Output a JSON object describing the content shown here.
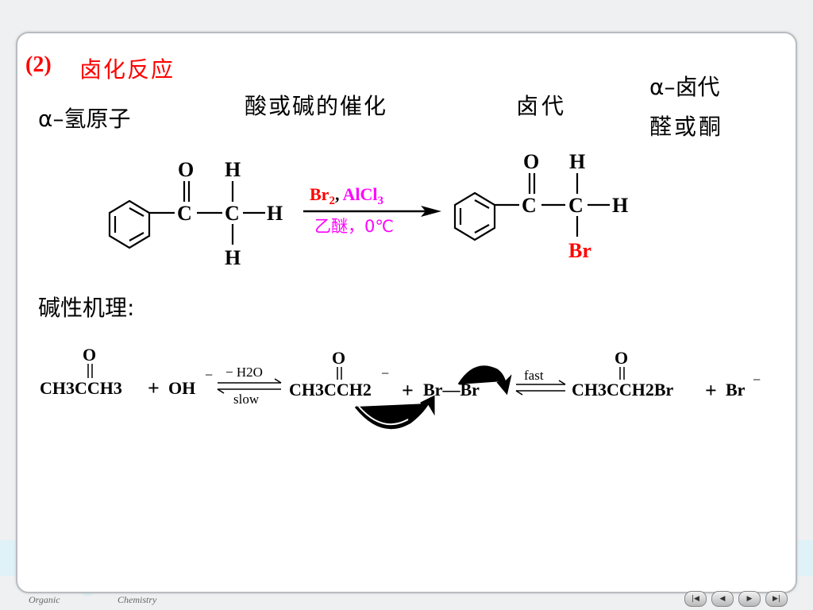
{
  "slide": {
    "heading_num": "(2)",
    "heading_title": "卤化反应",
    "alpha_h": "α–氢原子",
    "catalysis": "酸或碱的催化",
    "halogenation": "卤代",
    "product_line1": "α–卤代",
    "product_line2": "醛或酮",
    "mechanism_title": "碱性机理:"
  },
  "reaction1": {
    "reagent1": "Br",
    "reagent1_sub": "2",
    "comma": ",",
    "reagent2": "AlCl",
    "reagent2_sub": "3",
    "condition": "乙醚，0℃",
    "atoms": {
      "O": "O",
      "H": "H",
      "C": "C",
      "Br": "Br"
    }
  },
  "mechanism": {
    "step1_reactant": "CH3CCH3",
    "plus": "+",
    "hydroxide": "OH",
    "minus": "−",
    "step1_above": "− H2O",
    "step1_below": "slow",
    "enolate": "CH3CCH2",
    "bromine": "Br—Br",
    "step2_above": "fast",
    "product": "CH3CCH2Br",
    "bromide": "Br",
    "oxygen": "O"
  },
  "footer": {
    "left": "Organic",
    "right": "Chemistry"
  },
  "nav": [
    "|◀",
    "◀",
    "▶",
    "▶|"
  ],
  "colors": {
    "heading": "#ff0000",
    "reagent_red": "#ff0000",
    "reagent_magenta": "#ff00ff",
    "product_br": "#ff0000"
  }
}
